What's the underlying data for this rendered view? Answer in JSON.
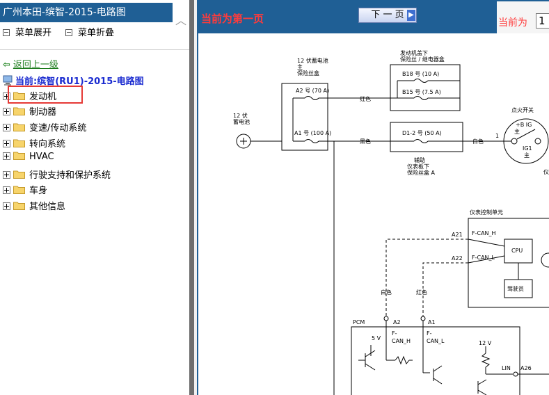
{
  "left_panel": {
    "title": "广州本田-缤智-2015-电路图",
    "menu_expand": "菜单展开",
    "menu_collapse": "菜单折叠",
    "back_link": "返回上一级",
    "current": "当前:缤智(RU1)-2015-电路图",
    "tree_items": [
      "发动机",
      "制动器",
      "变速/传动系统",
      "转向系统",
      "HVAC",
      "行驶支持和保护系统",
      "车身",
      "其他信息"
    ]
  },
  "viewer": {
    "page_status": "当前为第一页",
    "next_button": "下 一 页",
    "current_label": "当前为",
    "page_input": "1"
  },
  "diagram": {
    "battery_fuse_box": [
      "12 伏蓄电池",
      "主",
      "保险丝盒"
    ],
    "fuse_a2": "A2 号 (70 A)",
    "fuse_a1": "A1 号 (100 A)",
    "underhood_box": [
      "发动机盖下",
      "保险丝 / 继电器盒"
    ],
    "fuse_b18": "B18 号 (10 A)",
    "fuse_b15": "B15 号 (7.5 A)",
    "fuse_d12": "D1-2 号 (50 A)",
    "aux_box": [
      "辅助",
      "仪表板下",
      "保险丝盒 A"
    ],
    "battery_label": [
      "12 伏",
      "蓄电池"
    ],
    "wire_red": "红色",
    "wire_black": "黑色",
    "wire_white": "白色",
    "ign_switch": "点火开关",
    "ign_plus_b": "+B IG",
    "ign_main": "主",
    "ign_ig1": "IG1",
    "ign_main2": "主",
    "pin_1": "1",
    "instrument_unit": "仪表控制单元",
    "pin_a21": "A21",
    "pin_a22": "A22",
    "fcan_h": "F-CAN_H",
    "fcan_l": "F-CAN_L",
    "cpu": "CPU",
    "driver": "驾驶员",
    "wire_white_v": "白色",
    "wire_red_v": "红色",
    "pcm": "PCM",
    "pcm_a2": "A2",
    "pcm_a1": "A1",
    "pcm_fcan_h": [
      "F-",
      "CAN_H"
    ],
    "pcm_fcan_l": [
      "F-",
      "CAN_L"
    ],
    "v5": "5 V",
    "v12": "12 V",
    "lin": "LIN",
    "pin_a26": "A26",
    "edge_text": "仪"
  }
}
